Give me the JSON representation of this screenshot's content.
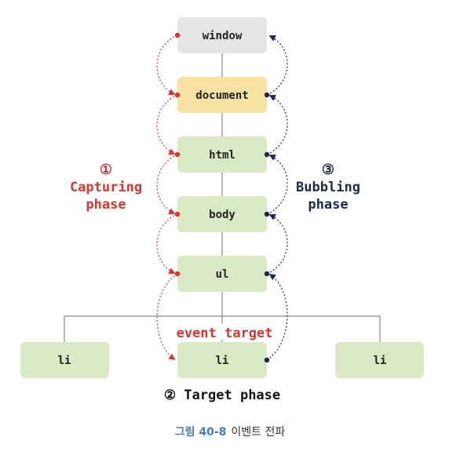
{
  "nodes": {
    "window": "window",
    "document": "document",
    "html": "html",
    "body": "body",
    "ul": "ul",
    "li_left": "li",
    "li_center": "li",
    "li_right": "li"
  },
  "labels": {
    "capturing_number": "①",
    "capturing_line1": "Capturing",
    "capturing_line2": "phase",
    "bubbling_number": "③",
    "bubbling_line1": "Bubbling",
    "bubbling_line2": "phase",
    "event_target": "event target",
    "target_phase": "② Target phase"
  },
  "caption": {
    "figure": "그림 40-8",
    "title": "이벤트 전파"
  },
  "colors": {
    "window": "#e5e5e5",
    "document": "#f8e2a1",
    "element": "#d8e9c4",
    "capture": "#d7372c",
    "bubble": "#1a2a4d",
    "caption_blue": "#4a79c9",
    "line": "#8a8a8a",
    "text": "#222222"
  }
}
